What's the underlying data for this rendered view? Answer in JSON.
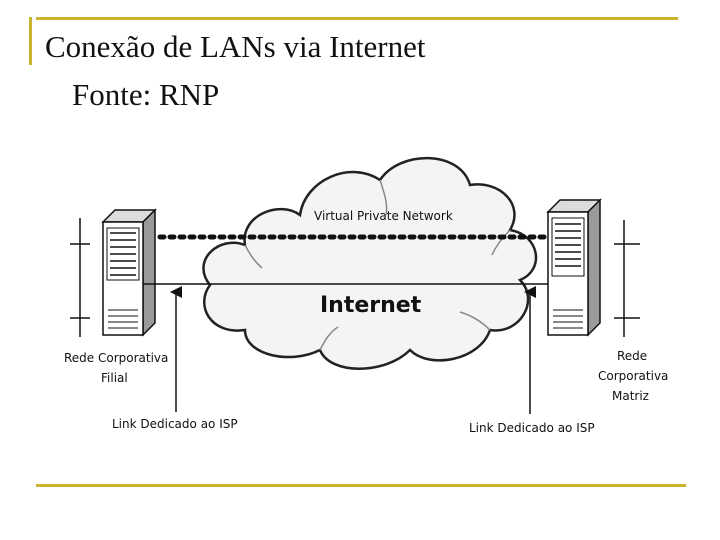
{
  "slide": {
    "title": "Conexão de LANs via Internet",
    "subtitle": "Fonte: RNP"
  },
  "diagram": {
    "cloud_label": "Internet",
    "vpn_label": "Virtual Private Network",
    "left_network": [
      "Rede Corporativa",
      "Filial"
    ],
    "right_network": [
      "Rede",
      "Corporativa",
      "Matriz"
    ],
    "left_link": "Link Dedicado ao ISP",
    "right_link": "Link Dedicado ao ISP"
  },
  "colors": {
    "accent": "#c8b431"
  }
}
